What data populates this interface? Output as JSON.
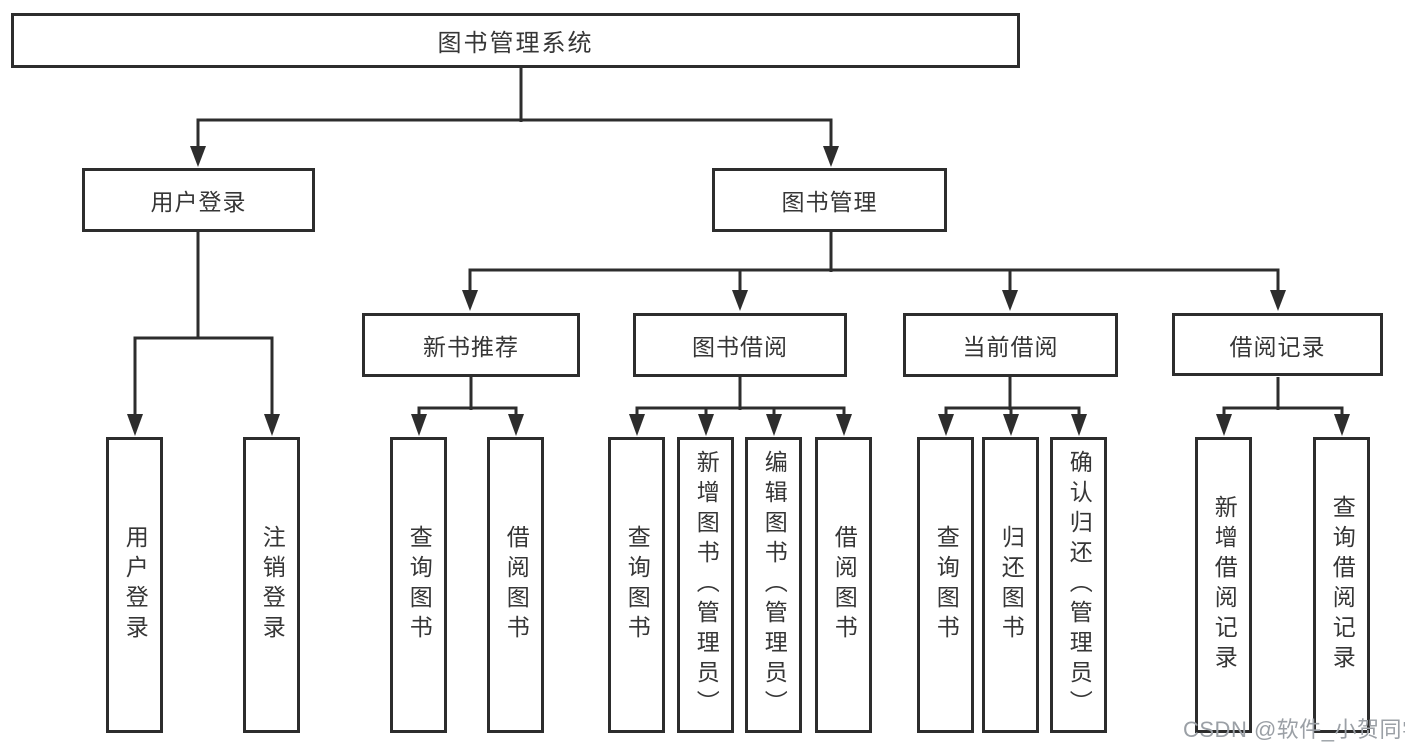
{
  "hierarchy": {
    "label": "图书管理系统",
    "children": [
      {
        "label": "用户登录",
        "children": [
          {
            "label": "用户登录"
          },
          {
            "label": "注销登录"
          }
        ]
      },
      {
        "label": "图书管理",
        "children": [
          {
            "label": "新书推荐",
            "children": [
              {
                "label": "查询图书"
              },
              {
                "label": "借阅图书"
              }
            ]
          },
          {
            "label": "图书借阅",
            "children": [
              {
                "label": "查询图书"
              },
              {
                "label": "新增图书（管理员）"
              },
              {
                "label": "编辑图书（管理员）"
              },
              {
                "label": "借阅图书"
              }
            ]
          },
          {
            "label": "当前借阅",
            "children": [
              {
                "label": "查询图书"
              },
              {
                "label": "归还图书"
              },
              {
                "label": "确认归还（管理员）"
              }
            ]
          },
          {
            "label": "借阅记录",
            "children": [
              {
                "label": "新增借阅记录"
              },
              {
                "label": "查询借阅记录"
              }
            ]
          }
        ]
      }
    ]
  },
  "watermark": {
    "text": "CSDN @软件_小贺同学",
    "color": "#9ba0a6"
  },
  "colors": {
    "line": "#2d2d2d",
    "box_border": "#2d2d2d",
    "text": "#363636",
    "background": "#ffffff"
  }
}
